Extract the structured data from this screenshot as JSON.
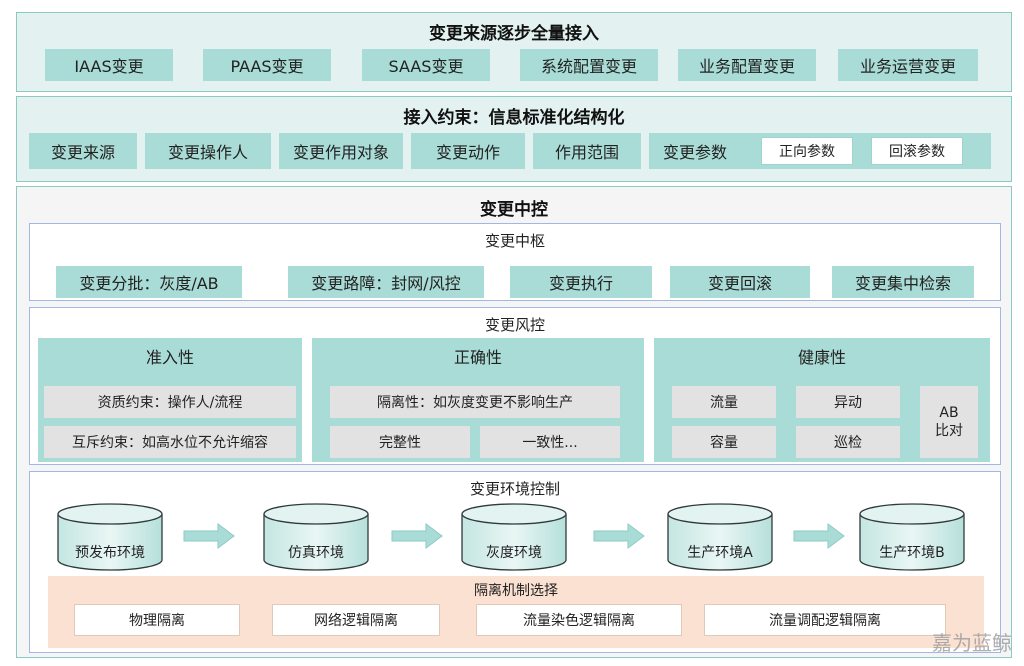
{
  "source": {
    "title": "变更来源逐步全量接入",
    "items": [
      "IAAS变更",
      "PAAS变更",
      "SAAS变更",
      "系统配置变更",
      "业务配置变更",
      "业务运营变更"
    ]
  },
  "constraint": {
    "title": "接入约束：信息标准化结构化",
    "items": [
      "变更来源",
      "变更操作人",
      "变更作用对象",
      "变更动作",
      "作用范围"
    ],
    "param_label": "变更参数",
    "param_items": [
      "正向参数",
      "回滚参数"
    ]
  },
  "control": {
    "title": "变更中控",
    "hub": {
      "title": "变更中枢",
      "items": [
        "变更分批：灰度/AB",
        "变更路障：封网/风控",
        "变更执行",
        "变更回滚",
        "变更集中检索"
      ]
    },
    "risk": {
      "title": "变更风控",
      "access": {
        "title": "准入性",
        "items": [
          "资质约束：操作人/流程",
          "互斥约束：如高水位不允许缩容"
        ]
      },
      "correct": {
        "title": "正确性",
        "isolation": "隔离性：如灰度变更不影响生产",
        "items": [
          "完整性",
          "一致性..."
        ]
      },
      "health": {
        "title": "健康性",
        "items": [
          "流量",
          "异动",
          "容量",
          "巡检"
        ],
        "ab": "AB\n比对"
      }
    },
    "env": {
      "title": "变更环境控制",
      "stages": [
        "预发布环境",
        "仿真环境",
        "灰度环境",
        "生产环境A",
        "生产环境B"
      ],
      "isolation": {
        "title": "隔离机制选择",
        "items": [
          "物理隔离",
          "网络逻辑隔离",
          "流量染色逻辑隔离",
          "流量调配逻辑隔离"
        ]
      }
    }
  },
  "watermark": "嘉为蓝鲸",
  "colors": {
    "teal": "#a9dcd6",
    "band": "#e3f2f0",
    "peach": "#fbe1d2",
    "grey": "#e2e2e2",
    "border": "#8cc9c3"
  }
}
